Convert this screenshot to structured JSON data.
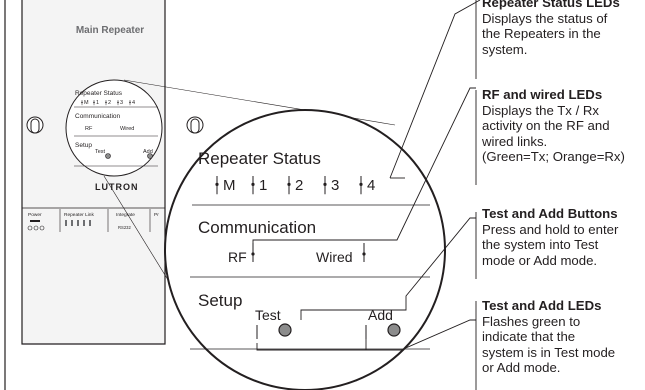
{
  "device": {
    "title": "Main Repeater",
    "status_label": "Repeater Status",
    "status_leds": [
      "M",
      "1",
      "2",
      "3",
      "4"
    ],
    "comm_label": "Communication",
    "comm_rf": "RF",
    "comm_wired": "Wired",
    "setup_label": "Setup",
    "test_label": "Test",
    "add_label": "Add",
    "logo": "LUTRON",
    "footer_labels": [
      "Power",
      "Repeater Link",
      "Integrate",
      "Pr"
    ],
    "footer_small": "RS232"
  },
  "magnified": {
    "status_label": "Repeater Status",
    "status_leds": [
      "M",
      "1",
      "2",
      "3",
      "4"
    ],
    "comm_label": "Communication",
    "comm_rf": "RF",
    "comm_wired": "Wired",
    "setup_label": "Setup",
    "test_label": "Test",
    "add_label": "Add"
  },
  "annotations": [
    {
      "heading": "Repeater Status LEDs",
      "lines": [
        "Displays the status of",
        "the Repeaters in the",
        "system."
      ]
    },
    {
      "heading": "RF and wired LEDs",
      "lines": [
        "Displays the Tx / Rx",
        "activity on the RF and",
        "wired links.",
        "(Green=Tx; Orange=Rx)"
      ]
    },
    {
      "heading": "Test and Add Buttons",
      "lines": [
        "Press and hold to enter",
        "the system into Test",
        "mode or Add mode."
      ]
    },
    {
      "heading": "Test and Add LEDs",
      "lines": [
        "Flashes green to",
        "indicate that the",
        "system is in Test mode",
        "or Add mode."
      ]
    }
  ],
  "colors": {
    "line": "#231f20",
    "device_fill": "#f4f4f4",
    "button_fill": "#8c8c8c"
  }
}
